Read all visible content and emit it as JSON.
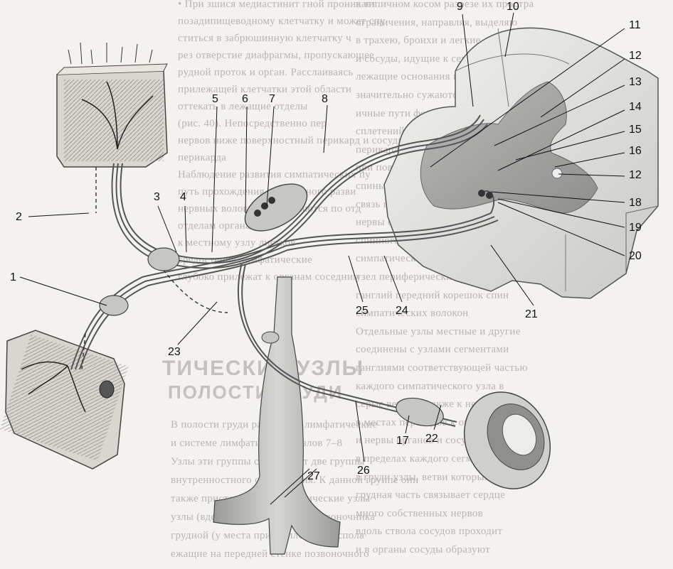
{
  "figure": {
    "labels": [
      {
        "id": "1",
        "text": "1"
      },
      {
        "id": "2",
        "text": "2"
      },
      {
        "id": "3",
        "text": "3"
      },
      {
        "id": "4",
        "text": "4"
      },
      {
        "id": "5",
        "text": "5"
      },
      {
        "id": "6",
        "text": "6"
      },
      {
        "id": "7",
        "text": "7"
      },
      {
        "id": "8",
        "text": "8"
      },
      {
        "id": "9",
        "text": "9"
      },
      {
        "id": "10",
        "text": "10"
      },
      {
        "id": "11",
        "text": "11"
      },
      {
        "id": "12a",
        "text": "12"
      },
      {
        "id": "13",
        "text": "13"
      },
      {
        "id": "14",
        "text": "14"
      },
      {
        "id": "15",
        "text": "15"
      },
      {
        "id": "16",
        "text": "16"
      },
      {
        "id": "12b",
        "text": "12"
      },
      {
        "id": "18",
        "text": "18"
      },
      {
        "id": "19",
        "text": "19"
      },
      {
        "id": "20",
        "text": "20"
      },
      {
        "id": "21",
        "text": "21"
      },
      {
        "id": "22",
        "text": "22"
      },
      {
        "id": "23",
        "text": "23"
      },
      {
        "id": "24",
        "text": "24"
      },
      {
        "id": "25",
        "text": "25"
      },
      {
        "id": "26",
        "text": "26"
      },
      {
        "id": "17",
        "text": "17"
      },
      {
        "id": "27",
        "text": "27"
      }
    ]
  },
  "background_text": {
    "left_lines": [
      "• При зшися медиастинит гной проникает",
      "  позадипищеводному клетчатку и может спу",
      "  ститься в забрюшинную клетчатку ч",
      "  рез отверстие диафрагмы, пропускающее",
      "  рудной проток и орган. Расслаиваясь",
      "  прилежащей клетчатки этой области",
      "  оттекать в лежащие отделы",
      "  (рис. 40). Непосредственно пер",
      "  нервов ниже поверхностный перикард и сосуды с",
      "  перикарда",
      "  Наблюдение развития симпатических пу",
      "  путь прохождения спинального разви",
      "  нервных волокна направляются по отд",
      "  отделам органа",
      "  к местному узлу листков",
      "  средостения лимфатические",
      "  глубоко прилежат к органам соседним"
    ],
    "left_heading": "ТИЧЕСКИЕ УЗЛЫ",
    "left_subheading": "ПОЛОСТИ ГРУДИ",
    "left_bottom_lines": [
      "В полости груди различают лимфатические",
      "и системе лимфатических узлов 7–8",
      "Узлы эти группы составляют две группы",
      "внутренностного средостения. К данной группе они",
      "также пристеночные лимфатические узлы",
      "узлы (вдоль стенки и внутри позвоночника",
      "грудной (у места прикрепления) распола",
      "ежащие на передней стенке позвоночного"
    ],
    "right_lines": [
      "в типичном косом разрезе их простра",
      "ограничения, направляя, выделяю",
      "в трахею, бронхи и легкие, рассек",
      "и сосуды, идущие к сердцу и пер",
      "лежащие основания пространства",
      "значительно сужаются хорошей фас",
      "ичные пути формирования между",
      "сплетений и поверхности тех",
      "перикарда и кардиальные вари",
      "при повреждении",
      "спины",
      "связь передние корешки и",
      "нервы спинномозговые",
      "спинного мозга позадипищеводной",
      "симпатический ствол",
      "узел периферические волокна также",
      "ганглий передний корешок спин",
      "симпатических волокон",
      "Отдельные узлы местные и другие",
      "соединены с узлами сегментами",
      "ганглиями соответствующей частью",
      "каждого симпатического узла в",
      "серые ветви, а также к нерв",
      "в местах переходов к органам",
      "и нервы органов и сосудов, и",
      "в пределах каждого сегмента",
      "в груди узлы, ветви которых",
      "грудная часть связывает сердце",
      "много собственных нервов",
      "вдоль ствола сосудов проходит",
      "и в органы сосуды образуют"
    ]
  }
}
